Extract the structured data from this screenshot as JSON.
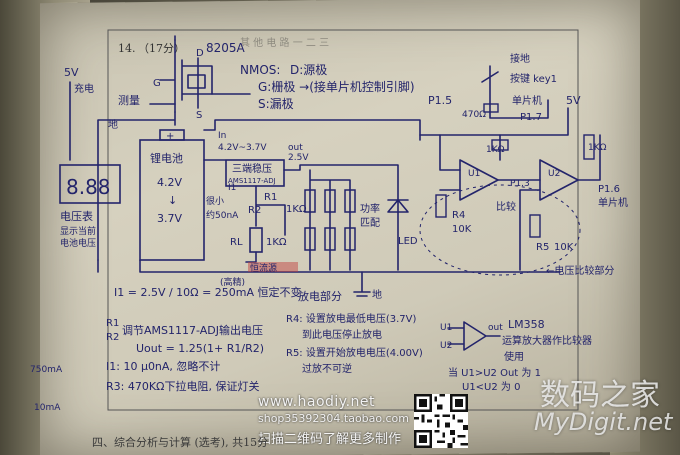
{
  "question": {
    "number": "14.",
    "points": "（17分）"
  },
  "header_faint": "其 他 电 路 一 二 三",
  "mosfet": {
    "label": "8205A",
    "pins": [
      "D",
      "S",
      "G"
    ]
  },
  "nmos_note": {
    "title": "NMOS:",
    "d": "D:源极",
    "g": "G:栅极 →(接单片机控制引脚)",
    "gpin": "P1.5",
    "s": "S:漏极"
  },
  "power": {
    "v5": "5V",
    "v5_note": "充电",
    "ground": "地",
    "connect": "测量"
  },
  "battery": {
    "plus": "+",
    "name": "锂电池",
    "v1": "4.2V",
    "to": "↓",
    "v2": "3.7V"
  },
  "regulator": {
    "in_label": "In",
    "in_v": "4.2V~3.7V",
    "out_label": "out",
    "out_v": "2.5V",
    "title": "三端稳压",
    "part": "AMS1117-ADJ"
  },
  "resistors": {
    "r1": "R1",
    "r2": "R2",
    "rl": "RL",
    "r1k": "1KΩ",
    "rl_val": "1KΩ",
    "r3": "R3",
    "r4": "R4",
    "r5": "R5",
    "r4_val": "10K",
    "r5_val": "10K",
    "r1k_top": "1KΩ",
    "r1k_right": "1KΩ",
    "r47": "470Ω"
  },
  "currents": {
    "i1": "I1",
    "i1_note": "很小",
    "i1_val": "约50nA",
    "constant": "恒流源"
  },
  "led_area": {
    "label1": "功率",
    "label2": "匹配",
    "led": "LED"
  },
  "voltmeter": {
    "display": "8.88",
    "label": "电压表",
    "note1": "显示当前",
    "note2": "电池电压"
  },
  "key_side": {
    "ground": "接地",
    "key": "按键 key1",
    "mcu": "单片机",
    "pin": "P1.7",
    "v5": "5V"
  },
  "opamp": {
    "u1": "U1",
    "u2": "U2",
    "p13": "P1.3",
    "p16": "P1.6",
    "mcu": "单片机",
    "u1_label": "比较",
    "u2_label": "比较",
    "range": "←电压比较部分"
  },
  "bottom_labels": {
    "discharge": "放电部分",
    "ground": "地"
  },
  "formulas": {
    "i1": "I1 = 2.5V / 10Ω = 250mA 恒定不变",
    "i1_note": "(高精)",
    "r1r2_a": "R1",
    "r1r2_b": "R2",
    "r1r2": "调节AMS1117-ADJ输出电压",
    "uout": "Uout = 1.25(1+ R1/R2)",
    "i1b": "I1: 10 μ0nA, 忽略不计",
    "r3": "R3: 470KΩ下拉电阻, 保证灯关",
    "r4": "R4: 设置放电最低电压(3.7V)",
    "r4b": "到此电压停止放电",
    "r5": "R5: 设置开始放电电压(4.00V)",
    "r5b": "过放不可逆",
    "lm358": "LM358",
    "lm358_note": "运算放大器作比较器",
    "u1u2": "当 U1>U2  Out 为 1",
    "u1u2b": "U1<U2  为 0",
    "use": "使用"
  },
  "left_margin": {
    "a": "750mA",
    "b": "10mA"
  },
  "site": {
    "url": "www.haodiy.net",
    "shop": "shop35392304.taobao.com",
    "scan": "扫描二维码了解更多制作"
  },
  "watermark": {
    "cn": "数码之家",
    "en": "MyDigit.net"
  },
  "footer": "四、综合分析与计算 (选考), 共15分",
  "colors": {
    "ink": "#23246b",
    "paper": "#d2cdbb",
    "red_stamp": "#c23a3a"
  }
}
